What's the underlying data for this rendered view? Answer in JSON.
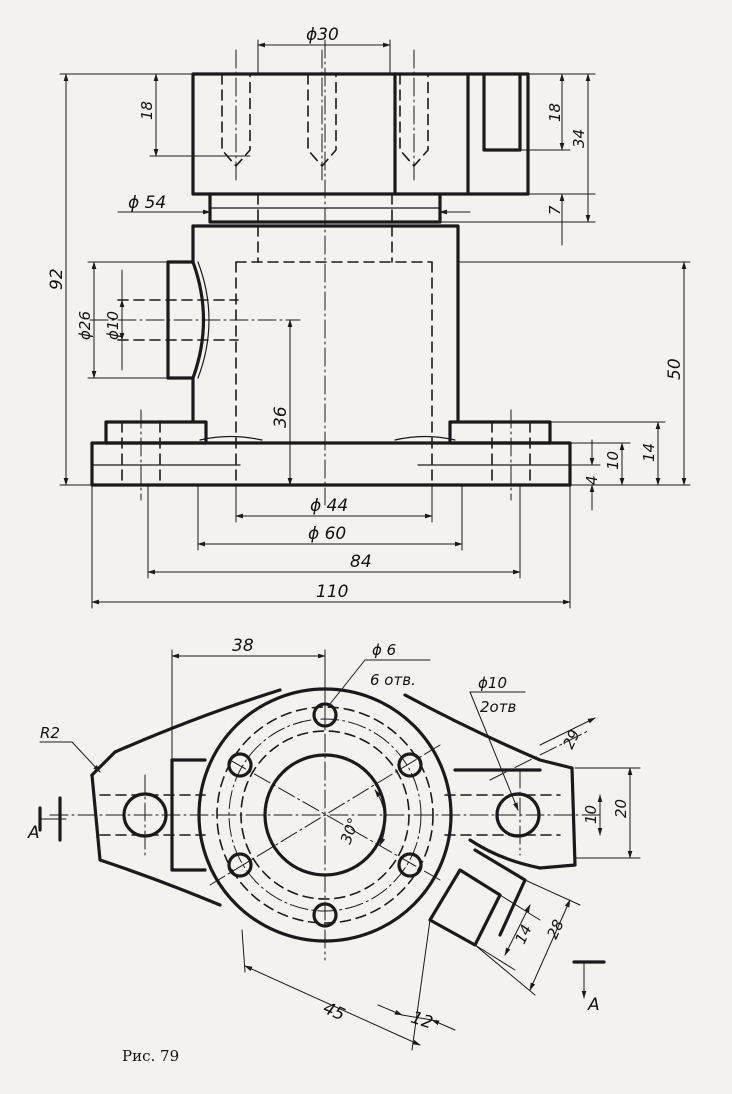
{
  "front_view": {
    "dims": {
      "d30": "ϕ30",
      "h18a": "18",
      "h18b": "18",
      "h34": "34",
      "h7": "7",
      "d54": "ϕ 54",
      "h92": "92",
      "d26": "ϕ26",
      "d10": "ϕ10",
      "h36": "36",
      "h50": "50",
      "h10": "10",
      "h14": "14",
      "h4": "4",
      "d44": "ϕ 44",
      "d60": "ϕ 60",
      "w84": "84",
      "w110": "110"
    }
  },
  "plan_view": {
    "dims": {
      "w38": "38",
      "d6": "ϕ 6",
      "n6": "6 отв.",
      "d10": "ϕ10",
      "n2": "2отв",
      "r2": "R2",
      "d29": "29",
      "h10": "10",
      "h20": "20",
      "ang30": "30°",
      "h14": "14",
      "h28": "28",
      "w45": "45",
      "w12": "12",
      "sec_a_left": "A",
      "sec_a_right": "A"
    }
  },
  "caption": "Рис. 79"
}
